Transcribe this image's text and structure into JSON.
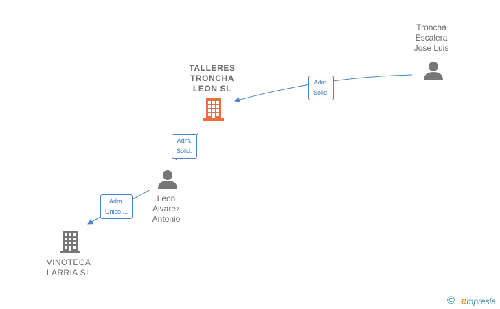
{
  "nodes": {
    "main_company": {
      "lines": [
        "TALLERES",
        "TRONCHA",
        "LEON  SL"
      ]
    },
    "person_top": {
      "lines": [
        "Troncha",
        "Escalera",
        "Jose Luis"
      ]
    },
    "person_mid": {
      "lines": [
        "Leon",
        "Alvarez",
        "Antonio"
      ]
    },
    "company_bottom": {
      "lines": [
        "VINOTECA",
        "LARRIA SL"
      ]
    }
  },
  "edges": {
    "top_to_main": [
      "Adm.",
      "Solid."
    ],
    "mid_to_main": [
      "Adm.",
      "Solid."
    ],
    "mid_to_bottom": [
      "Adm.",
      "Unico,..."
    ]
  },
  "footer": {
    "copyright": "©",
    "brand_initial": "e",
    "brand_rest": "mpresia"
  },
  "colors": {
    "main_company": "#f26b3a",
    "company": "#777777",
    "person": "#777777",
    "edge": "#4a86c8"
  }
}
